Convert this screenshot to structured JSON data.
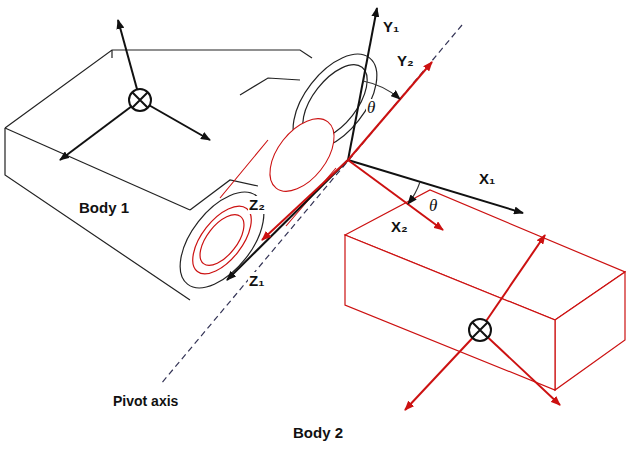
{
  "diagram": {
    "labels": [
      "Y₁",
      "Y₂",
      "θ",
      "Body 1",
      "Z₂",
      "X₁",
      "X₂",
      "θ",
      "Z₁",
      "Pivot axis",
      "Body 2"
    ]
  }
}
